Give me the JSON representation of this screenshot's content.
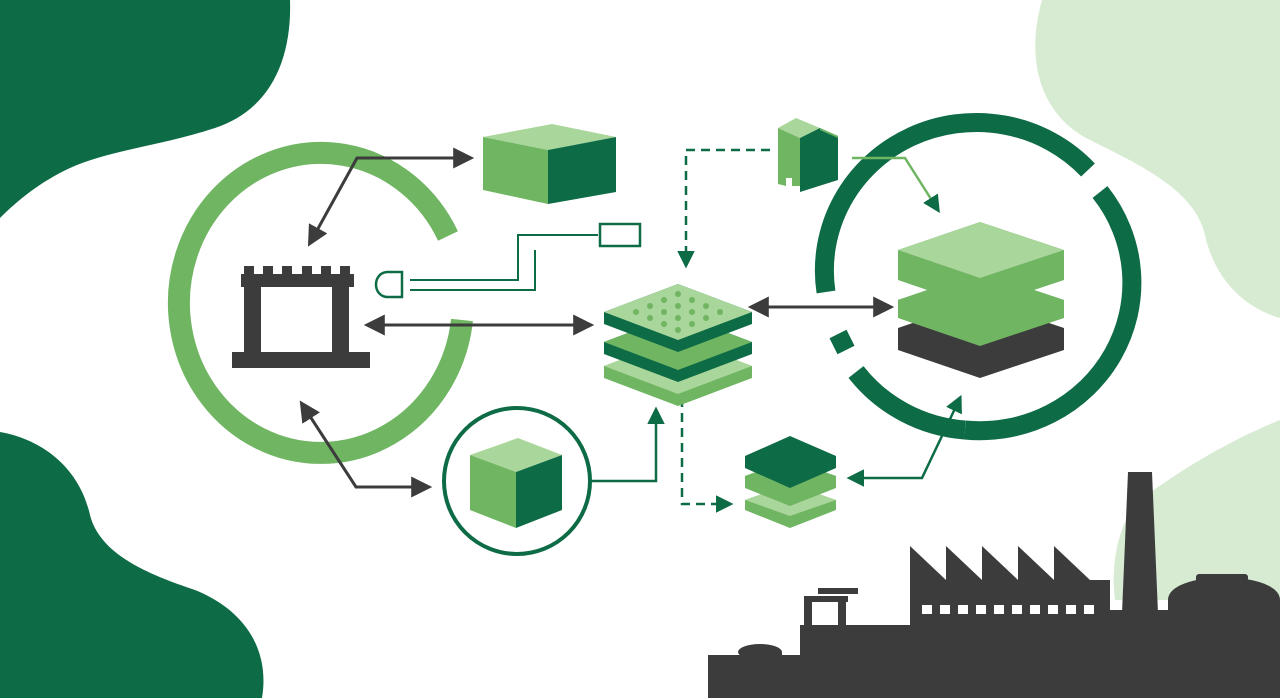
{
  "palette": {
    "dark_green": "#0d6b45",
    "mid_green": "#6fb562",
    "light_green": "#a9d69a",
    "pale_green": "#d6ebd1",
    "charcoal": "#3c3c3c",
    "background": "#ffffff"
  },
  "diagram": {
    "nodes": [
      {
        "id": "raw-material-gate",
        "icon": "gate-frame-icon"
      },
      {
        "id": "top-cube",
        "icon": "cube-icon"
      },
      {
        "id": "sensor-box",
        "icon": "small-rectangle-icon"
      },
      {
        "id": "plug-unit",
        "icon": "plug-module-icon"
      },
      {
        "id": "central-hub",
        "icon": "dotted-layer-stack-icon"
      },
      {
        "id": "circled-cube",
        "icon": "cube-icon"
      },
      {
        "id": "small-stack",
        "icon": "layer-stack-icon"
      },
      {
        "id": "main-storage",
        "icon": "layer-stack-icon"
      },
      {
        "id": "factory",
        "icon": "factory-silhouette-icon"
      }
    ],
    "edges": [
      {
        "from": "raw-material-gate",
        "to": "top-cube",
        "style": "solid",
        "direction": "both"
      },
      {
        "from": "raw-material-gate",
        "to": "central-hub",
        "style": "solid",
        "direction": "both"
      },
      {
        "from": "raw-material-gate",
        "to": "circled-cube",
        "style": "solid",
        "direction": "both"
      },
      {
        "from": "sensor-box",
        "to": "raw-material-gate",
        "style": "solid",
        "direction": "none"
      },
      {
        "from": "plug-unit",
        "to": "central-hub",
        "style": "dashed",
        "direction": "forward"
      },
      {
        "from": "plug-unit",
        "to": "main-storage",
        "style": "solid",
        "direction": "forward"
      },
      {
        "from": "circled-cube",
        "to": "central-hub",
        "style": "solid",
        "direction": "forward"
      },
      {
        "from": "central-hub",
        "to": "small-stack",
        "style": "dashed",
        "direction": "forward"
      },
      {
        "from": "central-hub",
        "to": "main-storage",
        "style": "solid",
        "direction": "both"
      },
      {
        "from": "small-stack",
        "to": "main-storage",
        "style": "solid",
        "direction": "both"
      }
    ]
  }
}
